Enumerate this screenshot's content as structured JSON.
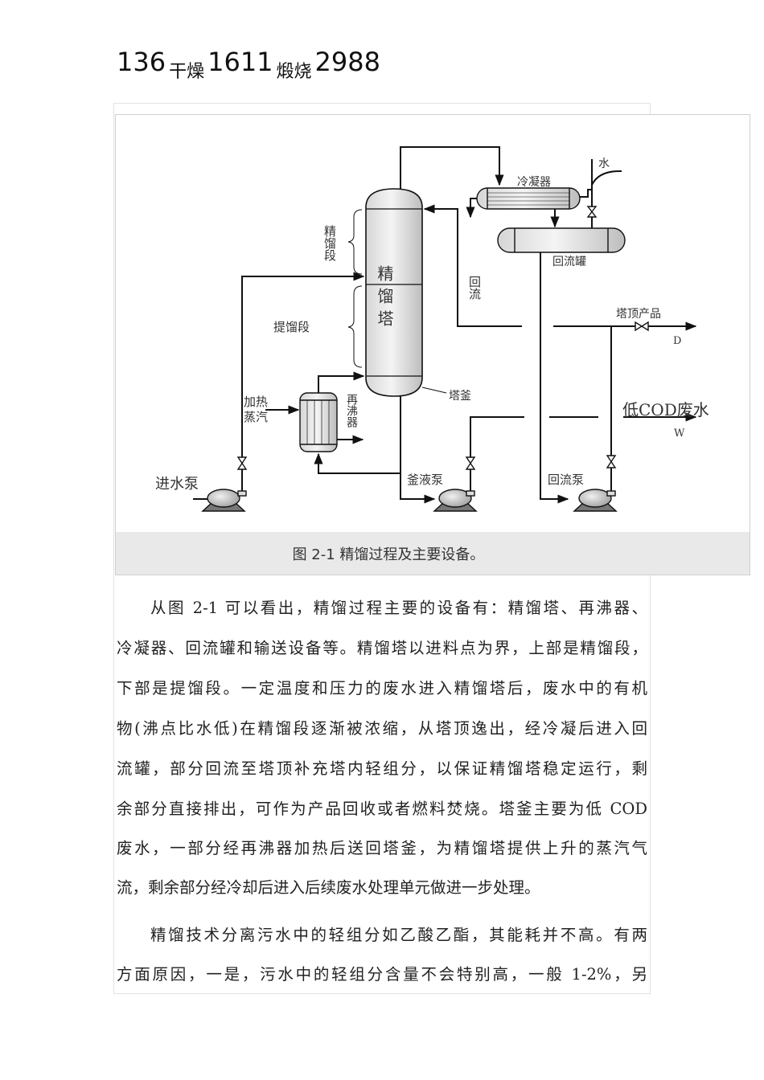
{
  "heading": {
    "n1": "136",
    "w1": "干燥",
    "n2": "1611",
    "w2": "煅烧",
    "n3": "2988"
  },
  "figure": {
    "caption": "图 2-1  精馏过程及主要设备。",
    "labels": {
      "column": "精馏塔",
      "rectifying": "精馏段",
      "stripping": "提馏段",
      "condenser": "冷凝器",
      "water": "水",
      "drum": "回流罐",
      "reflux": "回流",
      "top_product": "塔顶产品",
      "d": "D",
      "bottom": "塔釜",
      "heat_steam_1": "加热",
      "heat_steam_2": "蒸汽",
      "reboiler": "再沸器",
      "low_cod": "低COD废水",
      "w": "W",
      "feed_pump": "进水泵",
      "bottom_pump": "釜液泵",
      "reflux_pump": "回流泵"
    }
  },
  "body": {
    "lines": [
      "从图 2-1 可以看出，精馏过程主要的设备有：精馏塔、再沸器、",
      "冷凝器、回流罐和输送设备等。精馏塔以进料点为界，上部是精馏段，",
      "下部是提馏段。一定温度和压力的废水进入精馏塔后，废水中的有机",
      "物(沸点比水低)在精馏段逐渐被浓缩，从塔顶逸出，经冷凝后进入回",
      "流罐，部分回流至塔顶补充塔内轻组分，以保证精馏塔稳定运行，剩",
      "余部分直接排出，可作为产品回收或者燃料焚烧。塔釜主要为低 COD",
      "废水，一部分经再沸器加热后送回塔釜，为精馏塔提供上升的蒸汽气",
      "流，剩余部分经冷却后进入后续废水处理单元做进一步处理。",
      "精馏技术分离污水中的轻组分如乙酸乙酯，其能耗并不高。有两",
      "方面原因，一是，污水中的轻组分含量不会特别高，一般 1-2%，另"
    ]
  }
}
